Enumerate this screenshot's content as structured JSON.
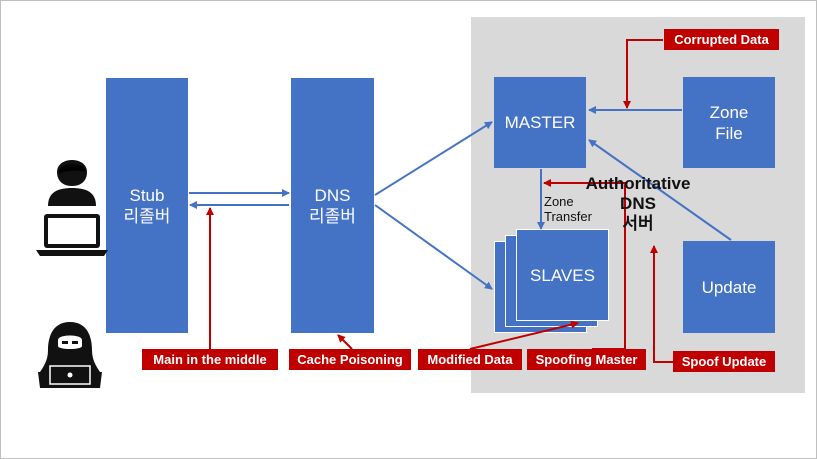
{
  "nodes": {
    "stub": {
      "line1": "Stub",
      "line2": "리졸버"
    },
    "dns_resolver": {
      "line1": "DNS",
      "line2": "리졸버"
    },
    "master": "MASTER",
    "slaves": "SLAVES",
    "zone_file": {
      "line1": "Zone",
      "line2": "File"
    },
    "update": "Update"
  },
  "labels": {
    "zone_transfer": {
      "line1": "Zone",
      "line2": "Transfer"
    },
    "authoritative": {
      "line1": "Authoritative",
      "line2": "DNS",
      "line3": "서버"
    }
  },
  "attacks": {
    "corrupted_data": "Corrupted Data",
    "mitm": "Main in the middle",
    "cache_poisoning": "Cache Poisoning",
    "modified_data": "Modified Data",
    "spoofing_master": "Spoofing Master",
    "spoof_update": "Spoof Update"
  },
  "icons": [
    "user-icon",
    "laptop-icon",
    "hacker-icon"
  ],
  "colors": {
    "box_blue": "#4472c4",
    "attack_red": "#c00000",
    "panel_gray": "#d9d9d9",
    "arrow_blue": "#4472c4"
  }
}
